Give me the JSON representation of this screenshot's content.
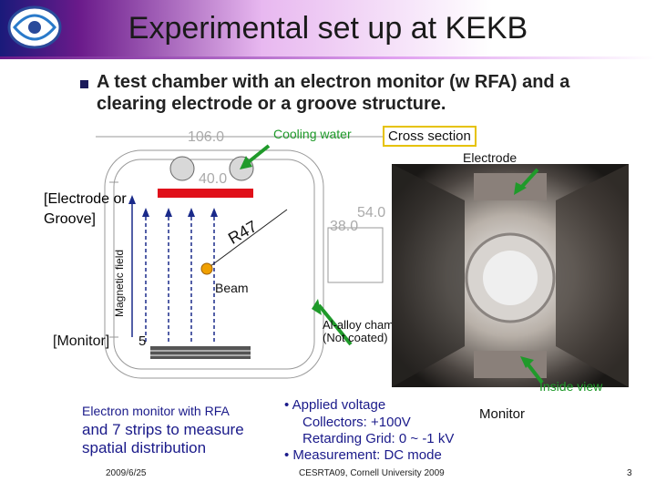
{
  "title": "Experimental set up at KEKB",
  "bullet": "A test chamber with an electron monitor (w RFA) and a clearing electrode or a groove structure.",
  "labels": {
    "cooling_water": "Cooling water",
    "cross_section": "Cross section",
    "electrode": "Electrode",
    "electrode_or_groove": "[Electrode or Groove]",
    "magnetic_field": "Magnetic field",
    "r47": "R47",
    "beam": "Beam",
    "monitor_bracket": "[Monitor]",
    "five": "5",
    "al_alloy": "Al-alloy chamber (Not coated)",
    "inside_view": "Inside view",
    "monitor": "Monitor",
    "dim_106": "106.0",
    "dim_40": "40.0",
    "dim_54": "54.0",
    "dim_38": "38.0"
  },
  "monitor_desc": {
    "line1": "Electron monitor with RFA",
    "line2": "and 7 strips to measure",
    "line3": "spatial distribution"
  },
  "specs": {
    "b1": "Applied voltage",
    "b1a": "Collectors: +100V",
    "b1b": "Retarding Grid: 0 ~ -1 kV",
    "b2": "Measurement: DC mode"
  },
  "footer": {
    "date": "2009/6/25",
    "venue": "CESRTA09, Cornell University 2009",
    "page": "3"
  },
  "colors": {
    "arrow": "#1f9a2a",
    "electrode": "#e0101a",
    "beam": "#f0a000",
    "field": "#1a2a8a"
  }
}
